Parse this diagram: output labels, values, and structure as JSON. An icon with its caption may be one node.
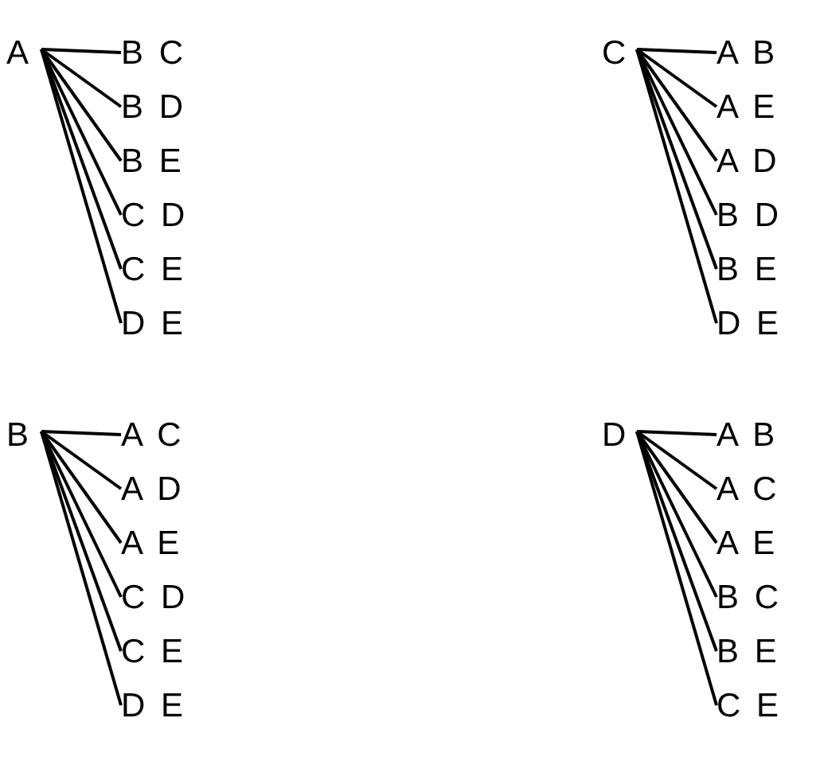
{
  "diagram": {
    "nodes": [
      {
        "text": [
          "A"
        ]
      },
      {
        "text": [
          "B C"
        ]
      },
      {
        "text": [
          "B D"
        ]
      },
      {
        "text": [
          "B E"
        ]
      },
      {
        "text": [
          "C D"
        ]
      },
      {
        "text": [
          "C E"
        ]
      },
      {
        "text": [
          "D E"
        ]
      },
      {
        "text": [
          "C"
        ]
      },
      {
        "text": [
          "A B"
        ]
      },
      {
        "text": [
          "A E"
        ]
      },
      {
        "text": [
          "A D"
        ]
      },
      {
        "text": [
          "B D"
        ]
      },
      {
        "text": [
          "B E"
        ]
      },
      {
        "text": [
          "D E"
        ]
      },
      {
        "text": [
          "B"
        ]
      },
      {
        "text": [
          "A C"
        ]
      },
      {
        "text": [
          "A D"
        ]
      },
      {
        "text": [
          "A E"
        ]
      },
      {
        "text": [
          "C D"
        ]
      },
      {
        "text": [
          "C E"
        ]
      },
      {
        "text": [
          "D E"
        ]
      },
      {
        "text": [
          "D"
        ]
      },
      {
        "text": [
          "A B"
        ]
      },
      {
        "text": [
          "A C"
        ]
      },
      {
        "text": [
          "A E"
        ]
      },
      {
        "text": [
          "B C"
        ]
      },
      {
        "text": [
          "B E"
        ]
      },
      {
        "text": [
          "C E"
        ]
      }
    ],
    "edges": [
      {
        "from": 0,
        "to": 1,
        "arrow": "none"
      },
      {
        "from": 0,
        "to": 2,
        "arrow": "none"
      },
      {
        "from": 0,
        "to": 3,
        "arrow": "none"
      },
      {
        "from": 0,
        "to": 4,
        "arrow": "none"
      },
      {
        "from": 0,
        "to": 5,
        "arrow": "none"
      },
      {
        "from": 0,
        "to": 6,
        "arrow": "none"
      },
      {
        "from": 7,
        "to": 8,
        "arrow": "none"
      },
      {
        "from": 7,
        "to": 9,
        "arrow": "none"
      },
      {
        "from": 7,
        "to": 10,
        "arrow": "none"
      },
      {
        "from": 7,
        "to": 11,
        "arrow": "none"
      },
      {
        "from": 7,
        "to": 12,
        "arrow": "none"
      },
      {
        "from": 7,
        "to": 13,
        "arrow": "none"
      },
      {
        "from": 14,
        "to": 15,
        "arrow": "none"
      },
      {
        "from": 14,
        "to": 16,
        "arrow": "none"
      },
      {
        "from": 14,
        "to": 17,
        "arrow": "none"
      },
      {
        "from": 14,
        "to": 18,
        "arrow": "none"
      },
      {
        "from": 14,
        "to": 19,
        "arrow": "none"
      },
      {
        "from": 14,
        "to": 20,
        "arrow": "none"
      },
      {
        "from": 21,
        "to": 22,
        "arrow": "none"
      },
      {
        "from": 21,
        "to": 23,
        "arrow": "none"
      },
      {
        "from": 21,
        "to": 24,
        "arrow": "none"
      },
      {
        "from": 21,
        "to": 25,
        "arrow": "none"
      },
      {
        "from": 21,
        "to": 26,
        "arrow": "none"
      },
      {
        "from": 21,
        "to": 27,
        "arrow": "none"
      }
    ]
  }
}
